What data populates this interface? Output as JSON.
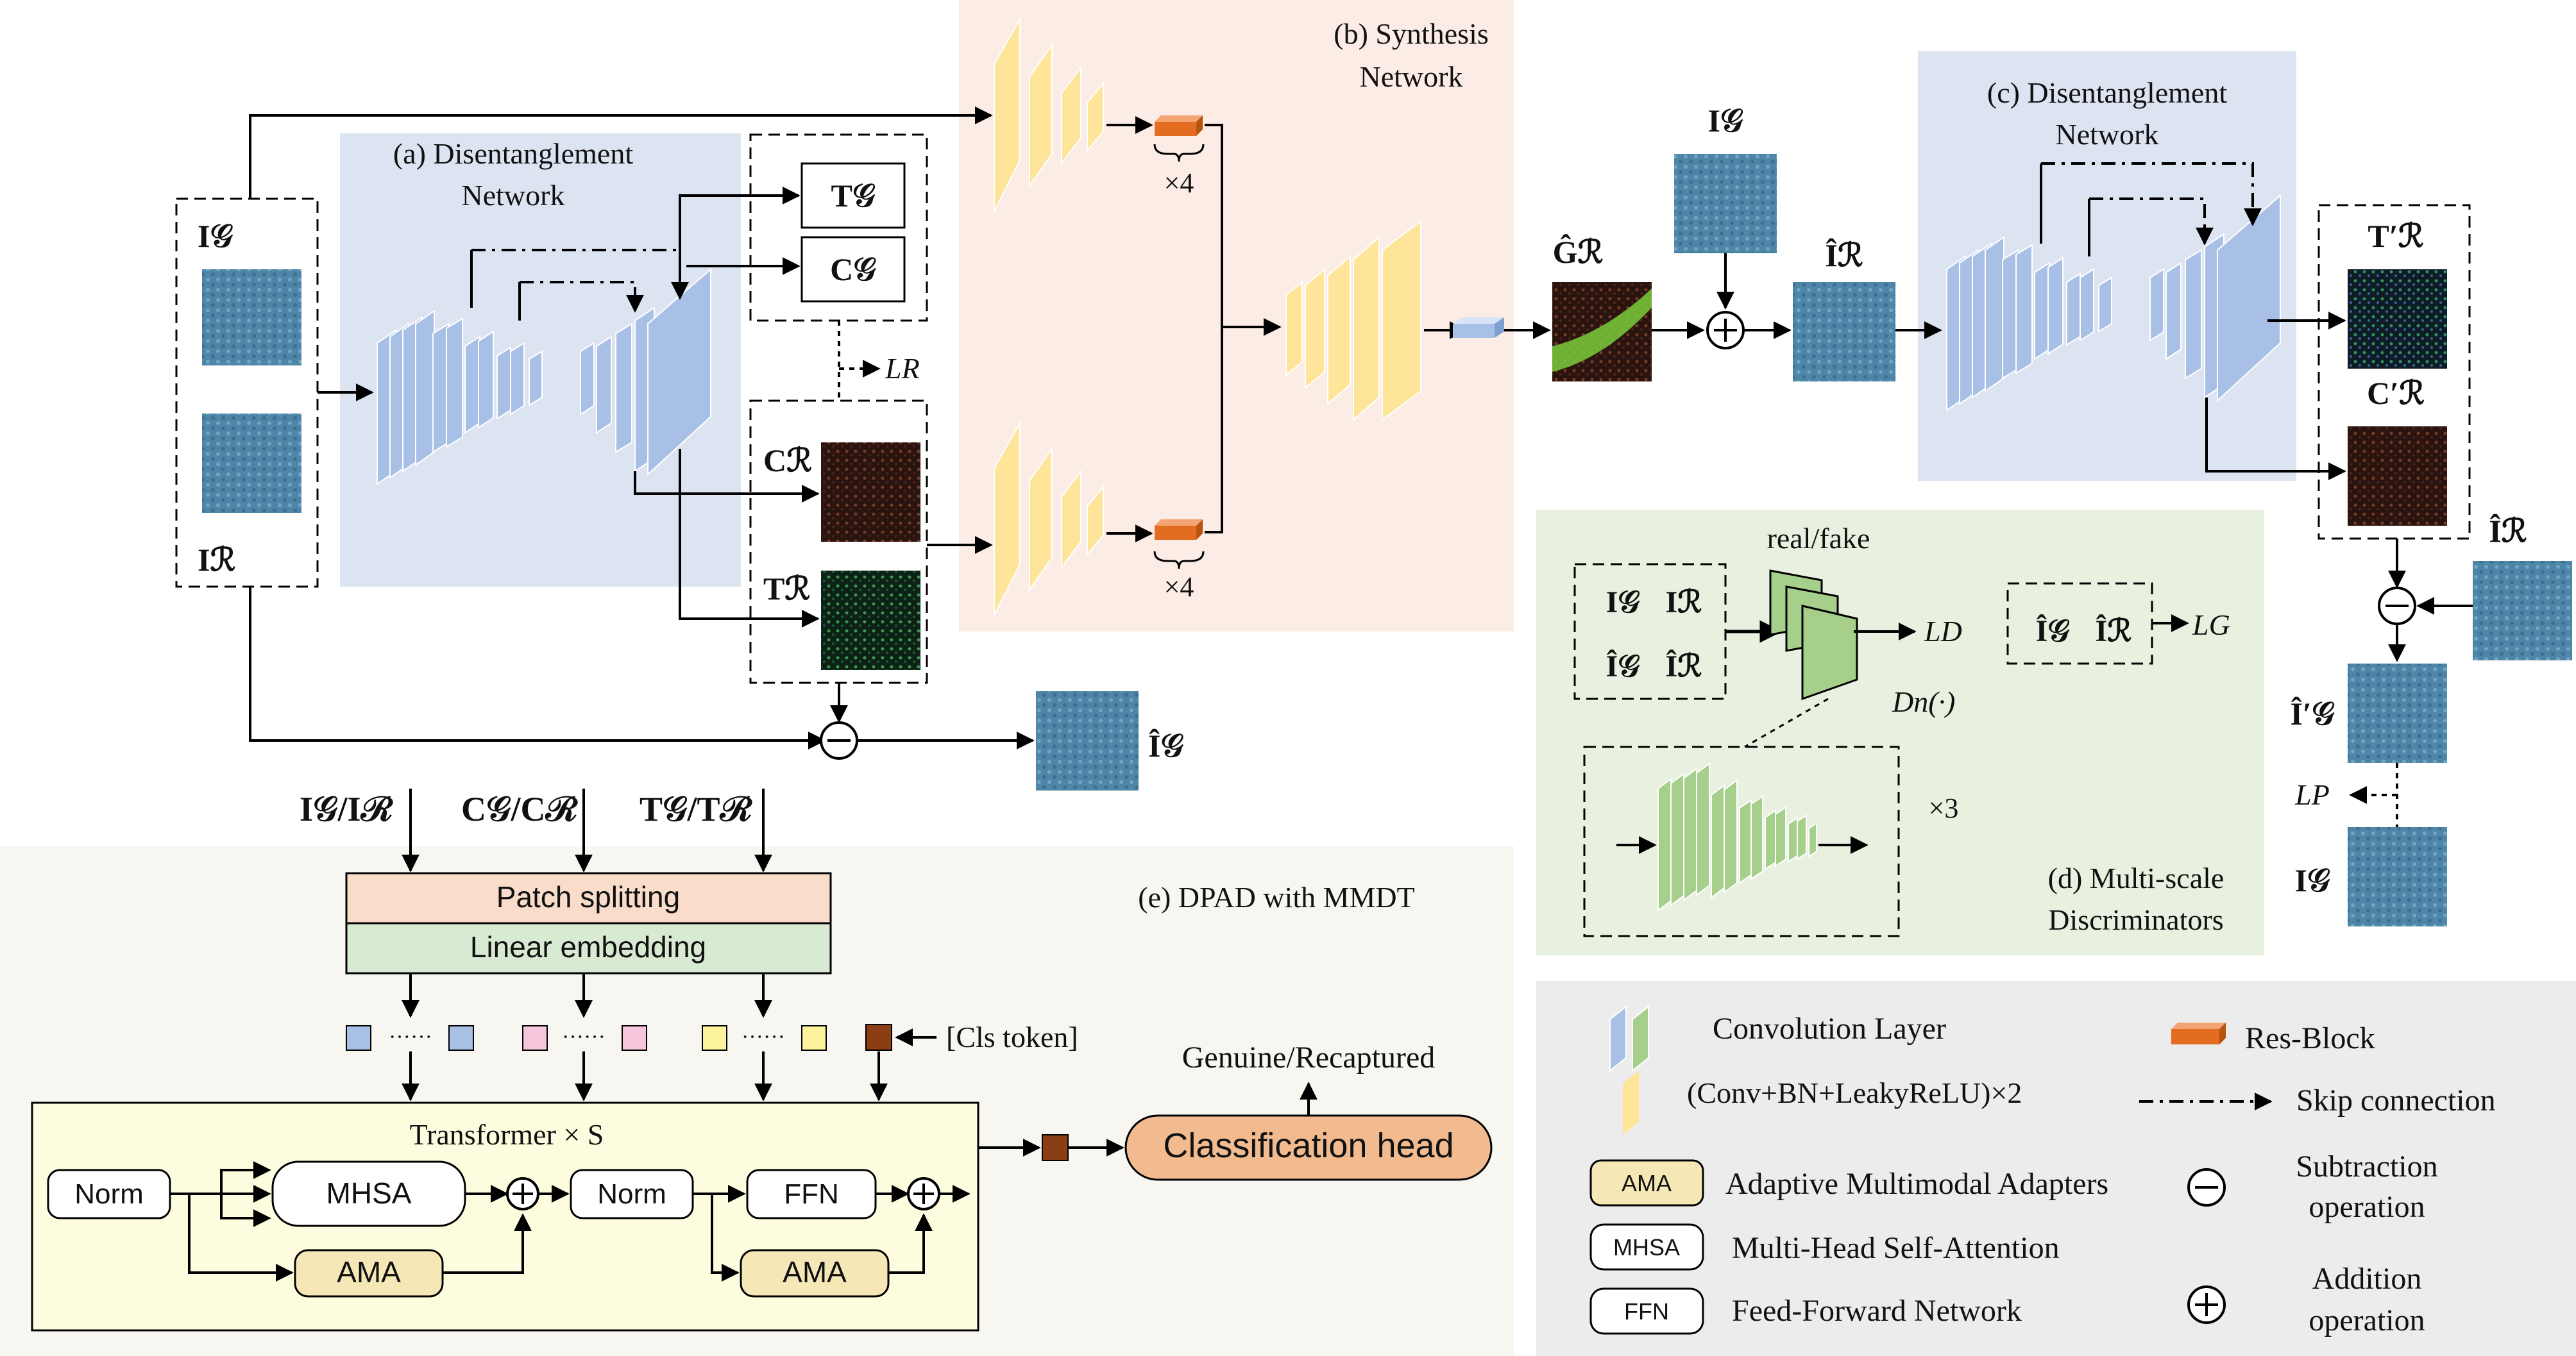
{
  "panels": {
    "a_title": "(a) Disentanglement",
    "a_title2": "Network",
    "b_title": "(b) Synthesis",
    "b_title2": "Network",
    "c_title": "(c) Disentanglement",
    "c_title2": "Network",
    "d_title": "(d) Multi-scale",
    "d_title2": "Discriminators",
    "e_title": "(e) DPAD with MMDT"
  },
  "symbols": {
    "I_G": "I𝒢",
    "I_R": "Iℛ",
    "T_G": "T𝒢",
    "C_G": "C𝒢",
    "T_R": "Tℛ",
    "C_R": "Cℛ",
    "G_hat_R": "Ĝℛ",
    "I_hat_R": "Îℛ",
    "I_hat_G": "Î𝒢",
    "T_prime_R": "T′ℛ",
    "C_prime_R": "C′ℛ",
    "I_prime_hat_G": "Î′𝒢",
    "L_R": "LR",
    "L_D": "LD",
    "L_G": "LG",
    "L_P": "LP",
    "D_n": "Dn(·)",
    "times4": "×4",
    "times3": "×3"
  },
  "discriminator": {
    "real_fake": "real/fake",
    "inputs": [
      "I𝒢",
      "Iℛ",
      "Î𝒢",
      "Îℛ"
    ],
    "gen_inputs": [
      "Î𝒢",
      "Îℛ"
    ]
  },
  "mmdt": {
    "inputs": [
      "I𝒢/Iℛ",
      "C𝒢/Cℛ",
      "T𝒢/Tℛ"
    ],
    "patch_splitting": "Patch splitting",
    "linear_embedding": "Linear embedding",
    "cls_token": "[Cls token]",
    "dots": "······",
    "transformer": "Transformer × S",
    "norm1": "Norm",
    "mhsa": "MHSA",
    "norm2": "Norm",
    "ffn": "FFN",
    "ama1": "AMA",
    "ama2": "AMA",
    "output_label": "Genuine/Recaptured",
    "classification_head": "Classification head"
  },
  "legend": {
    "conv_layer": "Convolution Layer",
    "conv_bn": "(Conv+BN+LeakyReLU)×2",
    "ama_abbr": "AMA",
    "ama_full": "Adaptive Multimodal Adapters",
    "mhsa_abbr": "MHSA",
    "mhsa_full": "Multi-Head Self-Attention",
    "ffn_abbr": "FFN",
    "ffn_full": "Feed-Forward Network",
    "res_block": "Res-Block",
    "skip": "Skip connection",
    "sub1": "Subtraction",
    "sub2": "operation",
    "add1": "Addition",
    "add2": "operation"
  },
  "colors": {
    "blue_bg": "#dce3f1",
    "pink_bg": "#fbece6",
    "green_bg": "#e8f0df",
    "grey_bg": "#ececec",
    "beige_bg": "#f8f6f1",
    "conv_blue": "#a9c0e6",
    "conv_yellow": "#ffe59a",
    "conv_green": "#a6cf8c",
    "res_orange": "#e36c21",
    "patch_pink": "#f9dcc9",
    "embed_green": "#d9ead3",
    "transformer_bg": "#fdfcde",
    "ama_fill": "#f6e7b6",
    "head_fill": "#f2bb8f",
    "cls_brown": "#8b3d14"
  }
}
